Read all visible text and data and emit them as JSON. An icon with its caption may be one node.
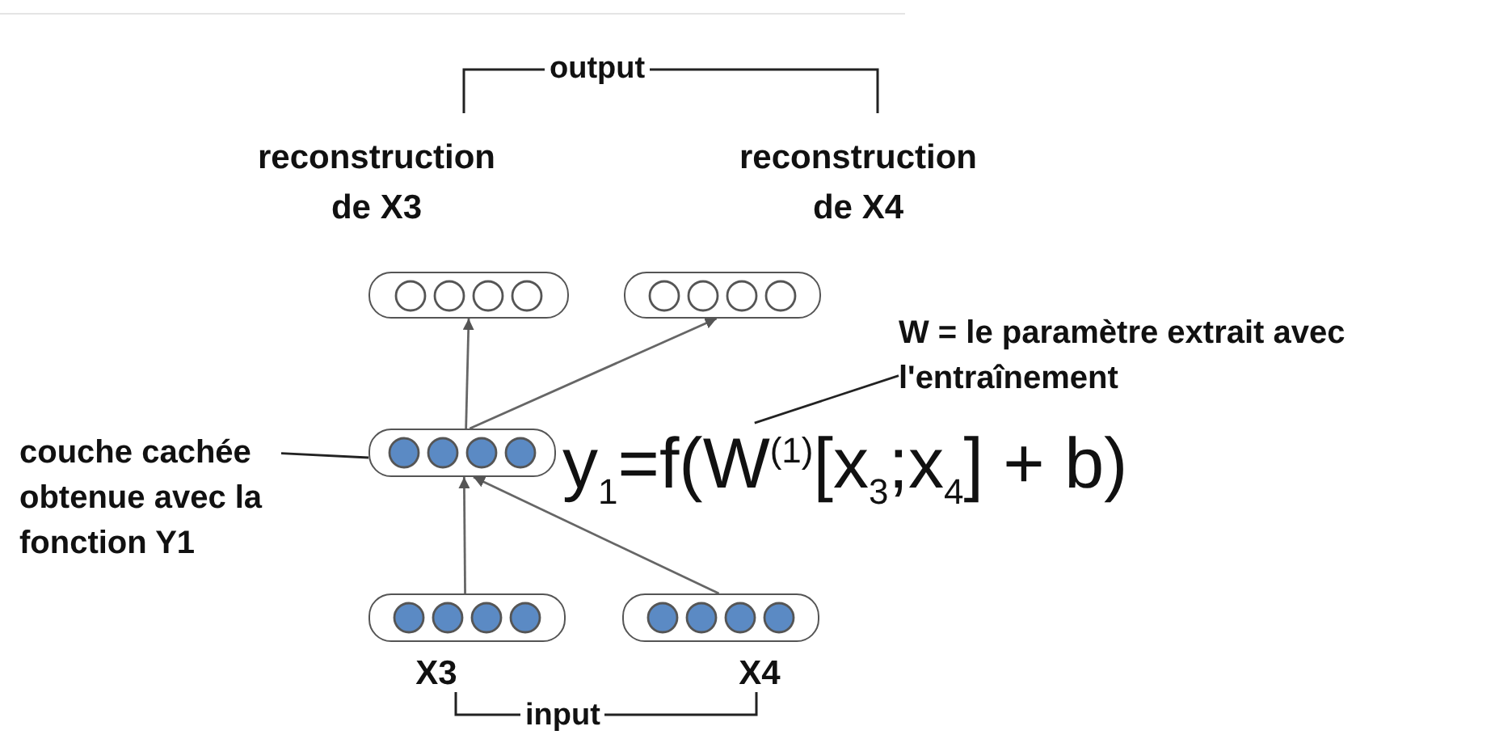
{
  "diagram": {
    "nodes": [
      {
        "text": [
          "reconstruction de X3"
        ]
      },
      {
        "text": [
          "reconstruction de X4"
        ]
      },
      {
        "text": [
          "W = le paramètre extrait avec l'entraînement"
        ]
      },
      {
        "text": [
          "couche cachée obtenue avec la fonction Y1"
        ]
      },
      {
        "text": [],
        "shape": "box"
      },
      {
        "text": [
          "y$_{1}$=f(W$^{(1)}$[x$_{3}$;x$_{4}$] + b)"
        ]
      },
      {
        "text": [
          "X3"
        ]
      },
      {
        "text": [
          "X4"
        ]
      }
    ],
    "edges": [
      {
        "from": 4,
        "to": 0,
        "arrow": "to"
      },
      {
        "from": 4,
        "to": 1,
        "arrow": "to"
      },
      {
        "from": 6,
        "to": 4,
        "arrow": "to"
      },
      {
        "from": 7,
        "to": 4,
        "arrow": "to"
      },
      {
        "from": 3,
        "to": 4,
        "arrow": "none"
      },
      {
        "from": 2,
        "to": 5,
        "arrow": "none"
      }
    ],
    "labels": [
      "output",
      "input"
    ]
  }
}
